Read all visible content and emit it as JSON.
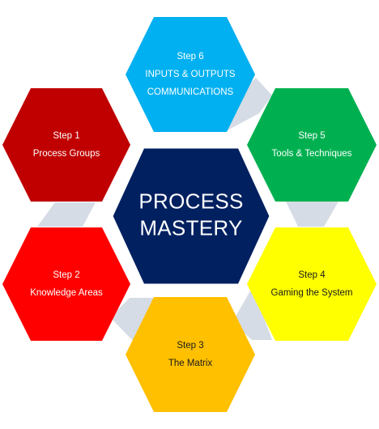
{
  "center": {
    "lines": [
      "PROCESS",
      "MASTERY"
    ],
    "fill": "#002060",
    "text_color": "#ffffff"
  },
  "steps": [
    {
      "id": "step-1",
      "lines": [
        "Step 1",
        "Process Groups"
      ],
      "fill": "#C00000",
      "text_color": "#ffffff"
    },
    {
      "id": "step-2",
      "lines": [
        "Step 2",
        "Knowledge Areas"
      ],
      "fill": "#FF0000",
      "text_color": "#ffffff"
    },
    {
      "id": "step-3",
      "lines": [
        "Step 3",
        "The Matrix"
      ],
      "fill": "#FFC000",
      "text_color": "#1a1a1a"
    },
    {
      "id": "step-4",
      "lines": [
        "Step 4",
        "Gaming the System"
      ],
      "fill": "#FFFF00",
      "text_color": "#1a1a1a"
    },
    {
      "id": "step-5",
      "lines": [
        "Step 5",
        "Tools & Techniques"
      ],
      "fill": "#00B050",
      "text_color": "#ffffff"
    },
    {
      "id": "step-6",
      "lines": [
        "Step 6",
        "INPUTS & OUTPUTS",
        "COMMUNICATIONS"
      ],
      "fill": "#00B0F0",
      "text_color": "#ffffff"
    }
  ],
  "connector_color": "#D6DCE5"
}
